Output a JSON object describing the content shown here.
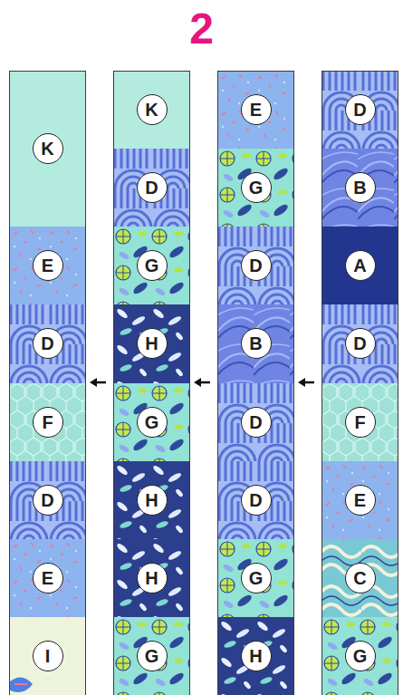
{
  "diagram": {
    "title": "2",
    "nodes": [
      {
        "text": [
          "K"
        ]
      },
      {
        "text": [
          "E"
        ]
      },
      {
        "text": [
          "D"
        ]
      },
      {
        "text": [
          "F"
        ]
      },
      {
        "text": [
          "D"
        ]
      },
      {
        "text": [
          "E"
        ]
      },
      {
        "text": [
          "I"
        ]
      },
      {
        "text": [
          "K"
        ]
      },
      {
        "text": [
          "D"
        ]
      },
      {
        "text": [
          "G"
        ]
      },
      {
        "text": [
          "H"
        ]
      },
      {
        "text": [
          "G"
        ]
      },
      {
        "text": [
          "H"
        ]
      },
      {
        "text": [
          "H"
        ]
      },
      {
        "text": [
          "G"
        ]
      },
      {
        "text": [
          "E"
        ]
      },
      {
        "text": [
          "G"
        ]
      },
      {
        "text": [
          "D"
        ]
      },
      {
        "text": [
          "B"
        ]
      },
      {
        "text": [
          "D"
        ]
      },
      {
        "text": [
          "D"
        ]
      },
      {
        "text": [
          "G"
        ]
      },
      {
        "text": [
          "H"
        ]
      },
      {
        "text": [
          "D"
        ]
      },
      {
        "text": [
          "B"
        ]
      },
      {
        "text": [
          "A"
        ]
      },
      {
        "text": [
          "D"
        ]
      },
      {
        "text": [
          "F"
        ]
      },
      {
        "text": [
          "E"
        ]
      },
      {
        "text": [
          "C"
        ]
      },
      {
        "text": [
          "G"
        ]
      }
    ]
  }
}
